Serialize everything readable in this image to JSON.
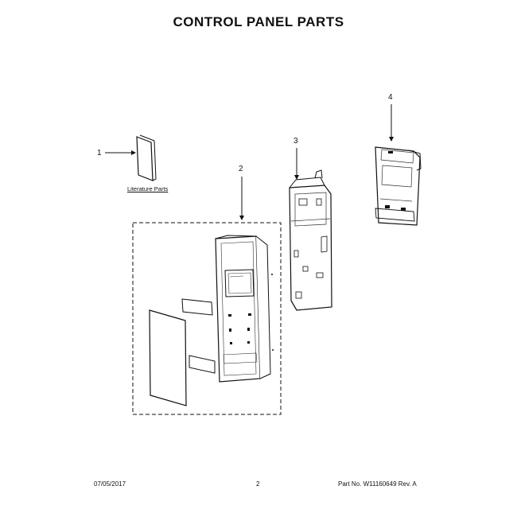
{
  "page": {
    "title": "CONTROL PANEL PARTS"
  },
  "callouts": [
    "1",
    "2",
    "3",
    "4"
  ],
  "literature_label": "Literature Parts",
  "footer": {
    "date": "07/05/2017",
    "page_number": "2",
    "part_info": "Part No. W11160649 Rev. A"
  }
}
